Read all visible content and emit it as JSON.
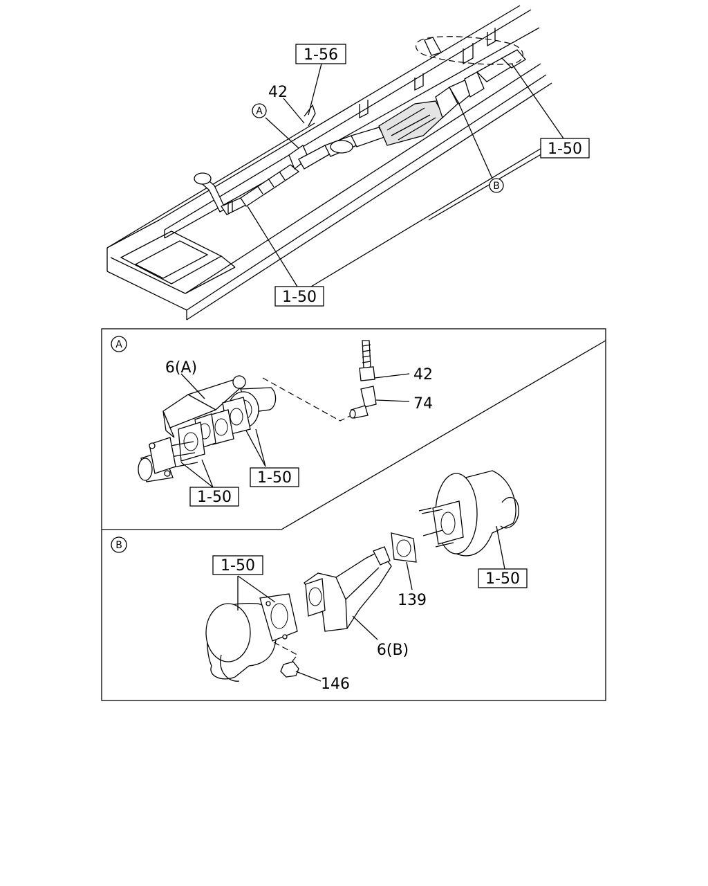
{
  "labels": {
    "top": {
      "ref_1_56": "1-56",
      "part_42": "42",
      "mark_a": "A",
      "ref_1_50_right": "1-50",
      "mark_b": "B",
      "ref_1_50_bottom": "1-50"
    },
    "panel_a": {
      "marker": "A",
      "part_6a": "6(A)",
      "part_42": "42",
      "part_74": "74",
      "ref_1_50_upper": "1-50",
      "ref_1_50_lower": "1-50"
    },
    "panel_b": {
      "marker": "B",
      "ref_1_50_left": "1-50",
      "ref_1_50_right": "1-50",
      "part_139": "139",
      "part_6b": "6(B)",
      "part_146": "146"
    }
  }
}
